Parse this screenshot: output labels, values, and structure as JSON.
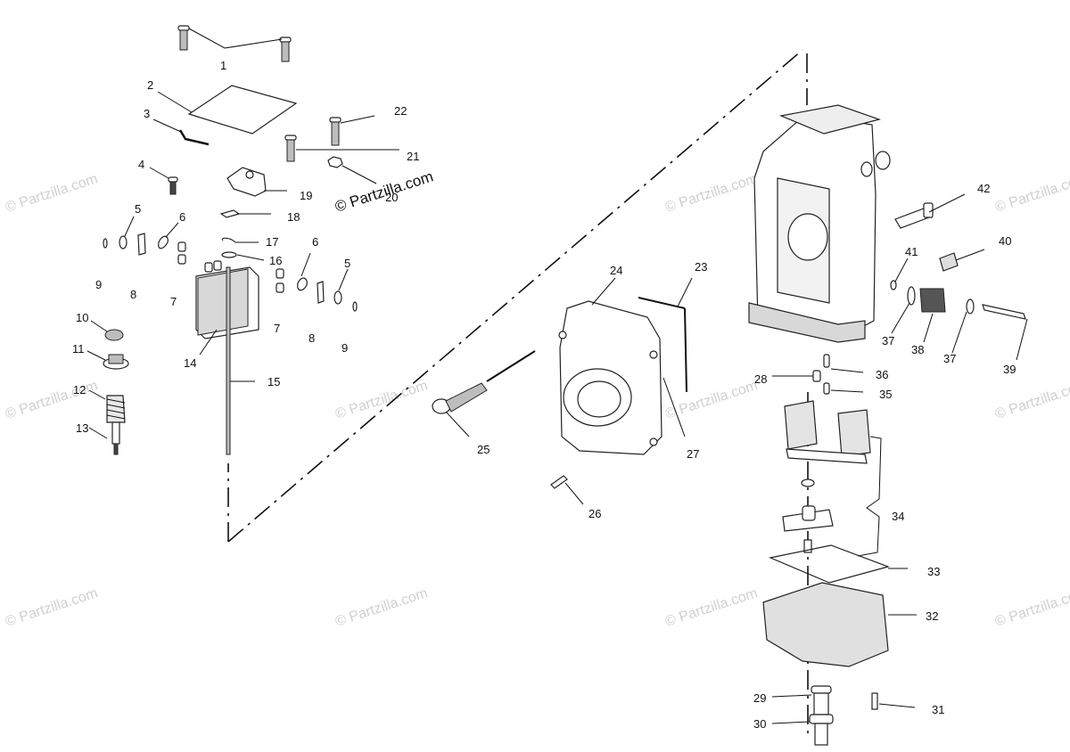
{
  "diagram": {
    "watermark_text": "© Partzilla.com",
    "watermark_main": "© Partzilla.com",
    "callouts": {
      "c1": "1",
      "c2": "2",
      "c3": "3",
      "c4": "4",
      "c5a": "5",
      "c5b": "5",
      "c6a": "6",
      "c6b": "6",
      "c7a": "7",
      "c7b": "7",
      "c8a": "8",
      "c8b": "8",
      "c9a": "9",
      "c9b": "9",
      "c10": "10",
      "c11": "11",
      "c12": "12",
      "c13": "13",
      "c14": "14",
      "c15": "15",
      "c16": "16",
      "c17": "17",
      "c18": "18",
      "c19": "19",
      "c20": "20",
      "c21": "21",
      "c22": "22",
      "c23": "23",
      "c24": "24",
      "c25": "25",
      "c26": "26",
      "c27": "27",
      "c28": "28",
      "c29": "29",
      "c30": "30",
      "c31": "31",
      "c32": "32",
      "c33": "33",
      "c34": "34",
      "c35": "35",
      "c36": "36",
      "c37a": "37",
      "c37b": "37",
      "c38": "38",
      "c39": "39",
      "c40": "40",
      "c41": "41",
      "c42": "42"
    }
  }
}
